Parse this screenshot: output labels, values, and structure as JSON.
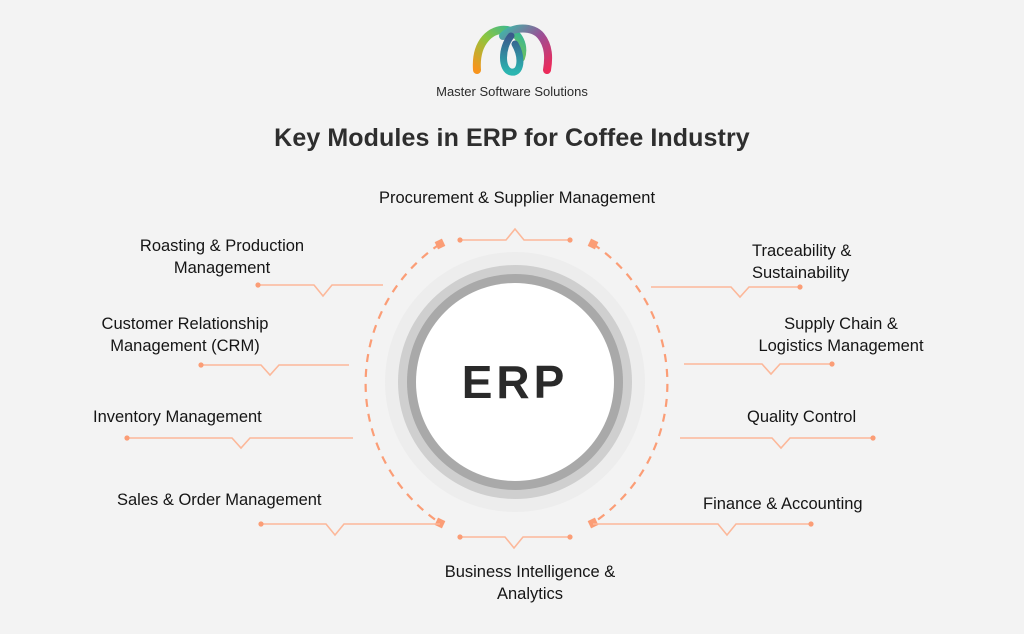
{
  "brand": {
    "name": "Master Software Solutions",
    "logo_icon": "loop-m-logo-icon"
  },
  "title": "Key Modules in ERP for Coffee Industry",
  "center": {
    "label": "ERP"
  },
  "colors": {
    "background": "#f3f3f3",
    "accent": "#fb9d76",
    "connector": "#fcb89a",
    "ring_outer": "#ececec",
    "ring_mid": "#cfcfcf",
    "ring_inner": "#a9a9a9",
    "core": "#ffffff",
    "text": "#151515"
  },
  "modules": [
    {
      "id": "procurement",
      "line1": "Procurement & Supplier Management",
      "line2": ""
    },
    {
      "id": "roasting",
      "line1": "Roasting & Production",
      "line2": "Management"
    },
    {
      "id": "crm",
      "line1": "Customer Relationship",
      "line2": "Management (CRM)"
    },
    {
      "id": "inventory",
      "line1": "Inventory Management",
      "line2": ""
    },
    {
      "id": "sales",
      "line1": "Sales & Order Management",
      "line2": ""
    },
    {
      "id": "bi",
      "line1": "Business Intelligence &",
      "line2": "Analytics"
    },
    {
      "id": "traceability",
      "line1": "Traceability &",
      "line2": "Sustainability"
    },
    {
      "id": "supply-chain",
      "line1": "Supply Chain &",
      "line2": "Logistics Management"
    },
    {
      "id": "quality",
      "line1": "Quality Control",
      "line2": ""
    },
    {
      "id": "finance",
      "line1": "Finance & Accounting",
      "line2": ""
    }
  ]
}
